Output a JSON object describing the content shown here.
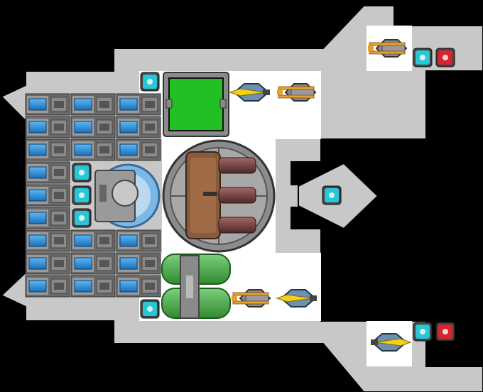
{
  "scene": {
    "title": "",
    "background": "#000000",
    "hull_color": "#c8c8c8",
    "hull_outline": "#000000",
    "panel_color": "#ffffff"
  },
  "palette": {
    "battery_blue": "#3aa0e8",
    "battery_frame": "#6a6a6a",
    "node_cyan": "#29c6d6",
    "node_red": "#d8242c",
    "reactor_green": "#22c022",
    "tank_green": "#4cae4c",
    "cannon_brown": "#8a5a3c",
    "missile_yellow": "#f0d020",
    "laser_orange": "#e8a030",
    "shield_blue": "#7ab8e8"
  },
  "modules": {
    "battery_rows": 9,
    "battery_columns": 3,
    "cyan_nodes": 8,
    "red_nodes": 2,
    "weapons": [
      "missile-launcher",
      "laser-cannon",
      "laser-cannon",
      "missile-launcher",
      "laser-cannon",
      "missile-launcher"
    ],
    "reactor": "green-reactor",
    "main_gun": "triple-barrel-cannon",
    "shield": "shield-generator",
    "tanks": "fuel-tanks"
  }
}
